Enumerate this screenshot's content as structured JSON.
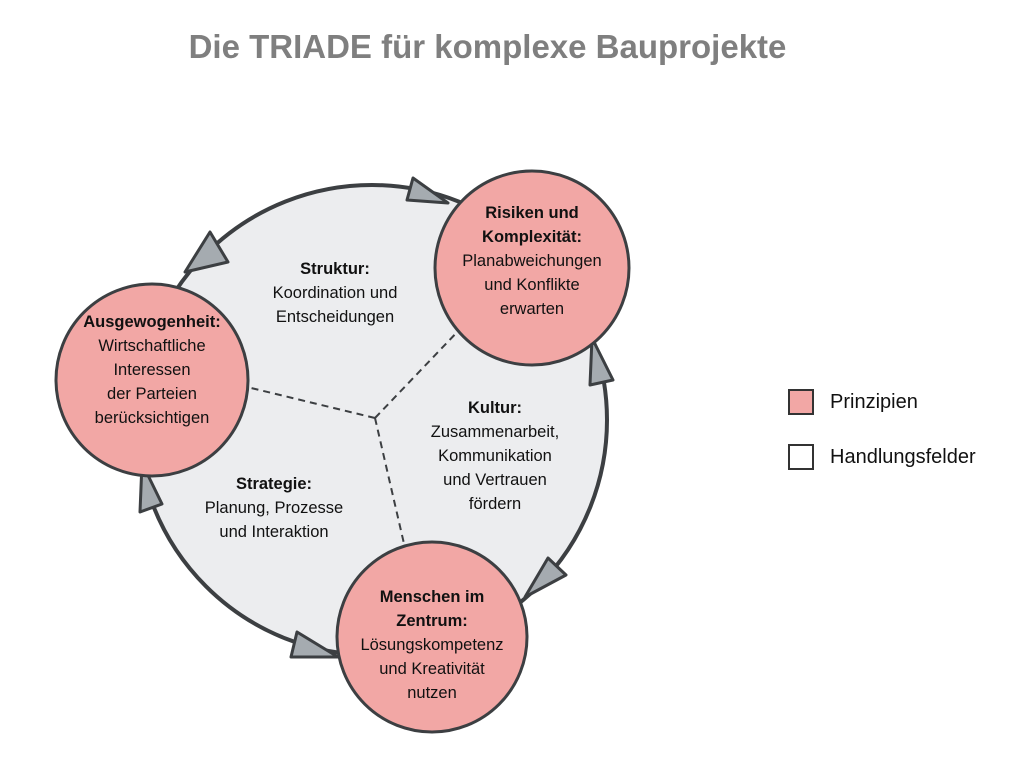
{
  "title": "Die TRIADE für komplexe Bauprojekte",
  "principles": [
    {
      "heading": "Ausgewogenheit:",
      "lines": [
        "Wirtschaftliche",
        "Interessen",
        "der Parteien",
        "berücksichtigen"
      ]
    },
    {
      "heading": "Risiken und Komplexität:",
      "lines": [
        "Planabweichungen",
        "und Konflikte",
        "erwarten"
      ]
    },
    {
      "heading": "Menschen im Zentrum:",
      "lines": [
        "Lösungskompetenz",
        "und Kreativität",
        "nutzen"
      ]
    }
  ],
  "fields": [
    {
      "heading": "Struktur:",
      "lines": [
        "Koordination und",
        "Entscheidungen"
      ]
    },
    {
      "heading": "Kultur:",
      "lines": [
        "Zusammenarbeit,",
        "Kommunikation",
        "und Vertrauen",
        "fördern"
      ]
    },
    {
      "heading": "Strategie:",
      "lines": [
        "Planung, Prozesse",
        "und Interaktion"
      ]
    }
  ],
  "legend": [
    {
      "label": "Prinzipien",
      "color": "#f2a7a5"
    },
    {
      "label": "Handlungsfelder",
      "color": "#ffffff"
    }
  ],
  "colors": {
    "principle": "#f2a7a5",
    "field": "#ecedef",
    "arrow": "#a5abb0",
    "stroke": "#3c3f42"
  }
}
